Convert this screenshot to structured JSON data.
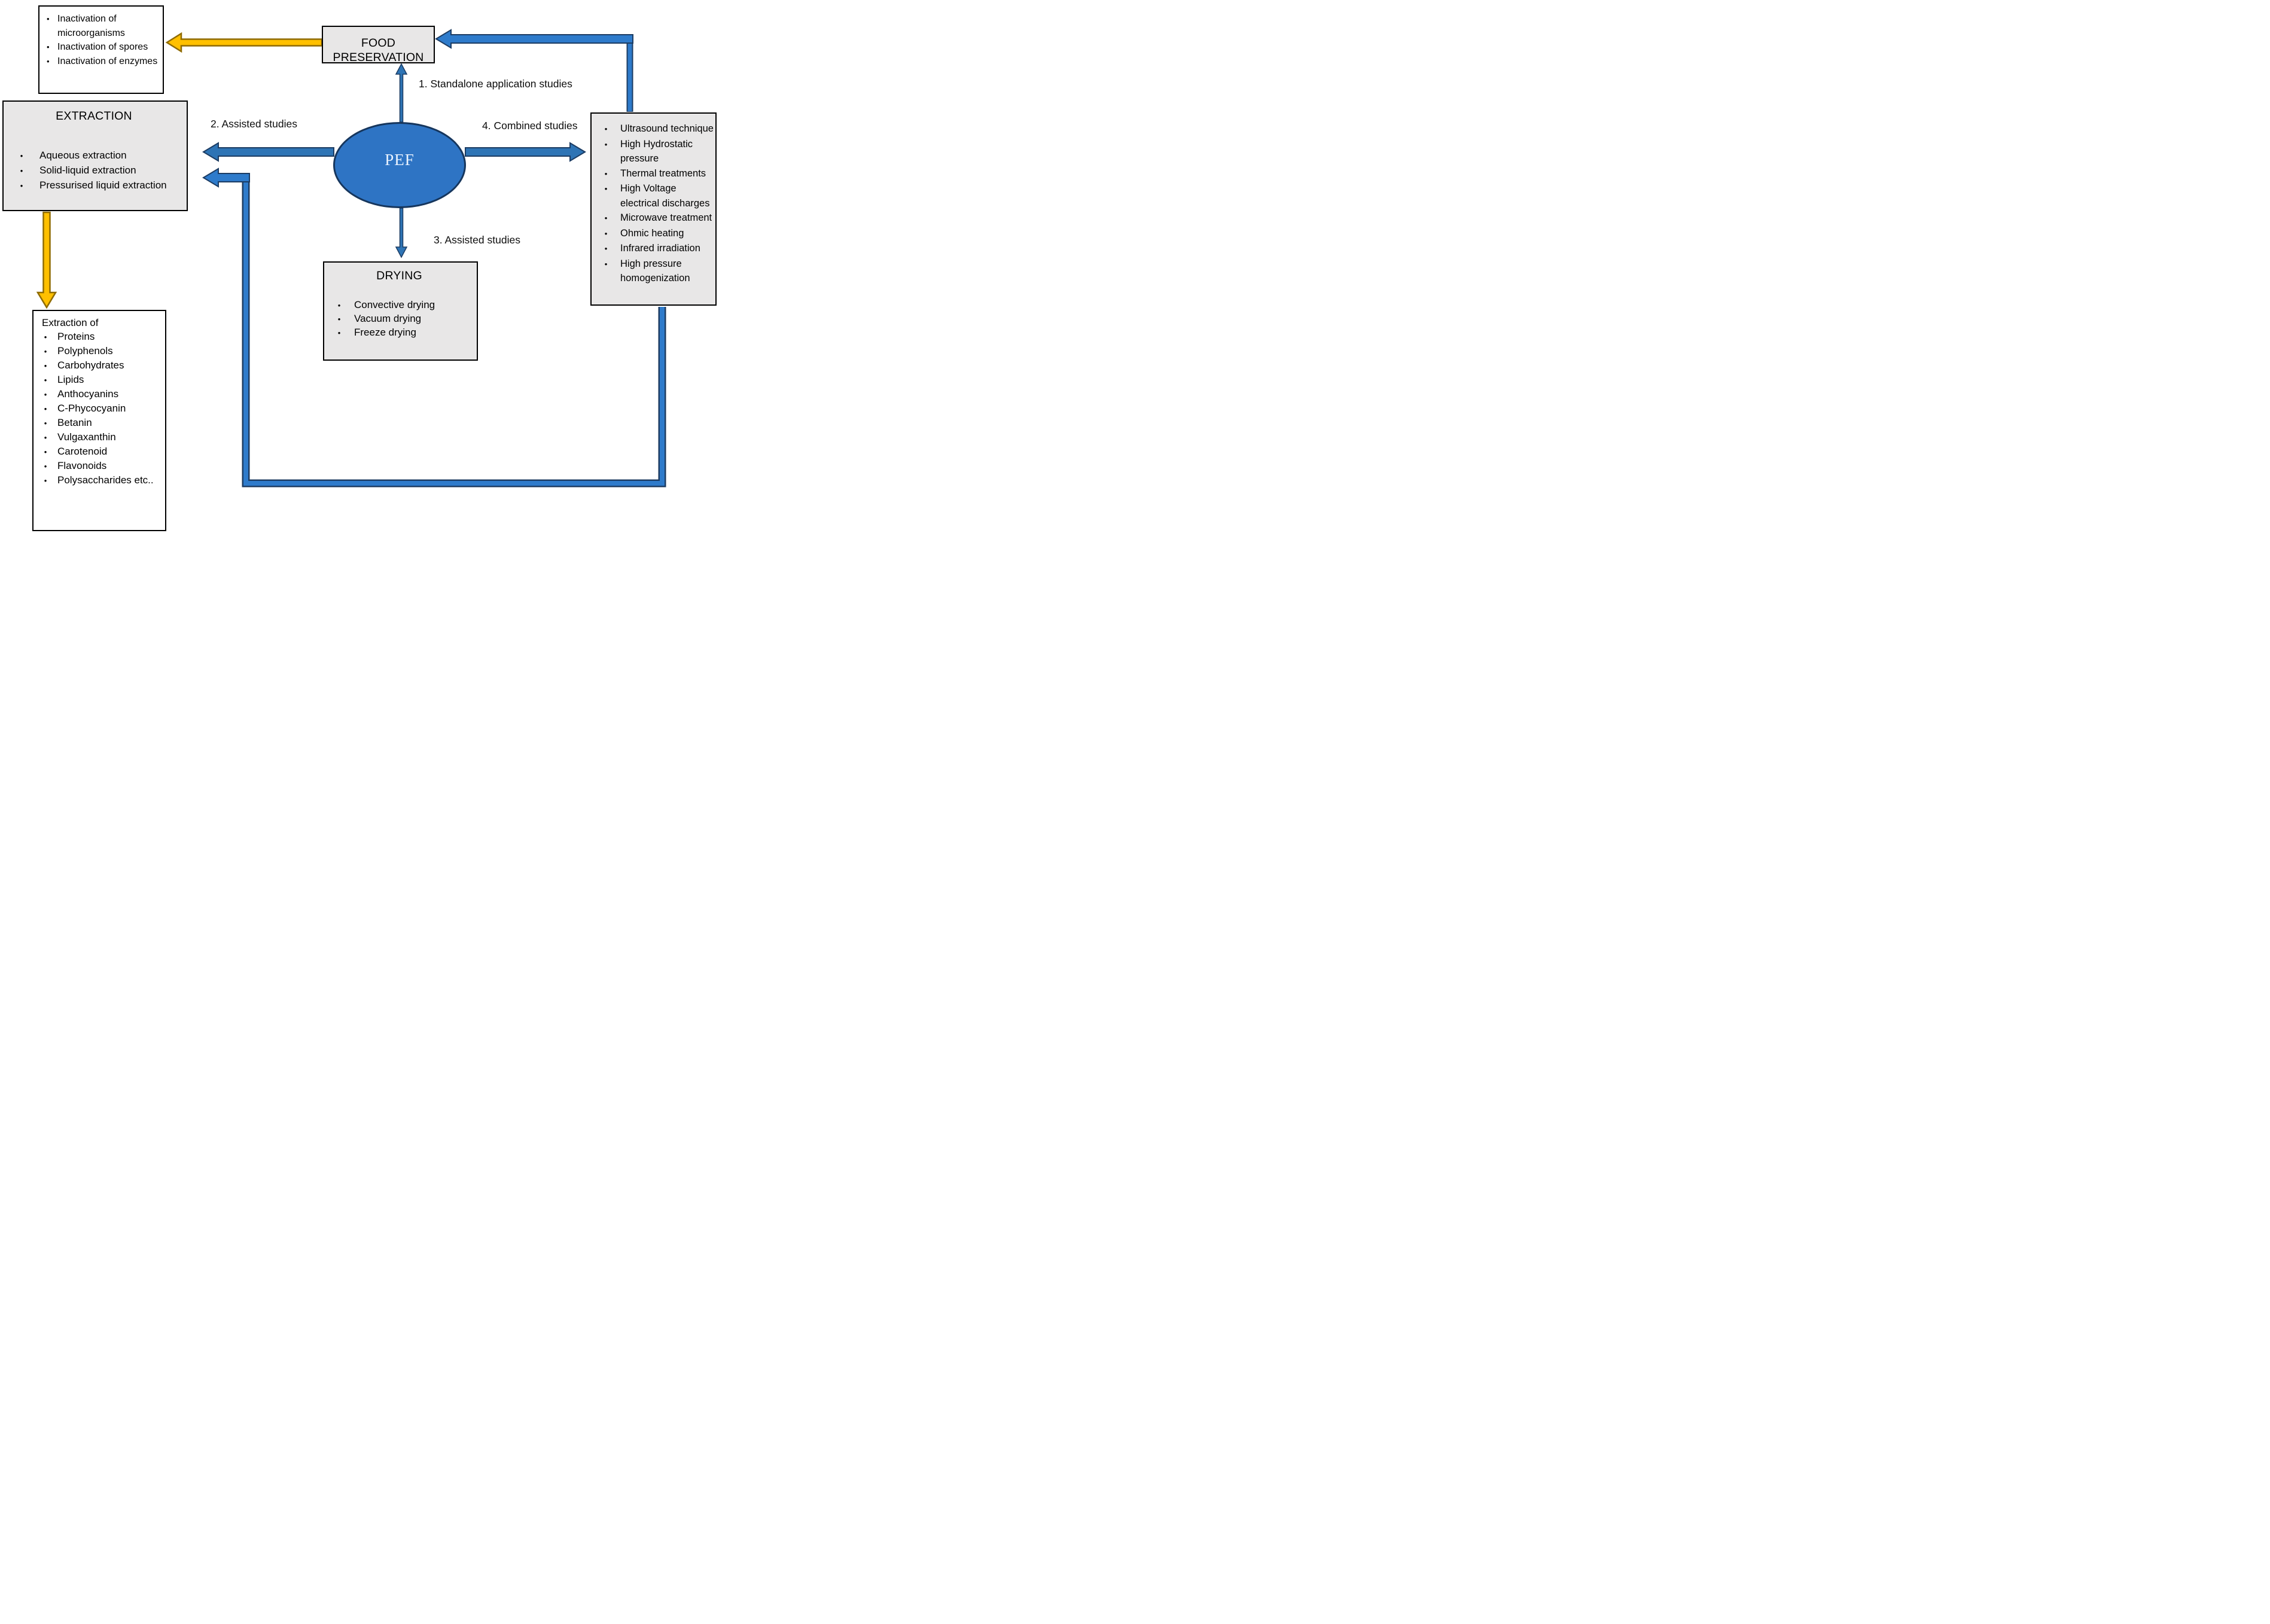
{
  "diagram": {
    "pef": {
      "label": "PEF"
    },
    "food_preservation": {
      "title": "FOOD PRESERVATION"
    },
    "inactivation": {
      "items": [
        "Inactivation of microorganisms",
        "Inactivation of spores",
        "Inactivation of enzymes"
      ]
    },
    "extraction": {
      "title": "EXTRACTION",
      "items": [
        "Aqueous extraction",
        "Solid-liquid extraction",
        "Pressurised liquid extraction"
      ]
    },
    "extraction_products": {
      "heading": "Extraction of",
      "items": [
        "Proteins",
        "Polyphenols",
        "Carbohydrates",
        "Lipids",
        "Anthocyanins",
        "C-Phycocyanin",
        "Betanin",
        "Vulgaxanthin",
        "Carotenoid",
        "Flavonoids",
        "Polysaccharides etc.."
      ]
    },
    "drying": {
      "title": "DRYING",
      "items": [
        "Convective drying",
        "Vacuum drying",
        "Freeze drying"
      ]
    },
    "combined": {
      "items": [
        "Ultrasound technique",
        "High Hydrostatic pressure",
        "Thermal treatments",
        "High Voltage electrical discharges",
        "Microwave treatment",
        "Ohmic heating",
        "Infrared irradiation",
        "High pressure homogenization"
      ]
    },
    "labels": {
      "standalone": "1. Standalone application studies",
      "assisted_extraction": "2. Assisted studies",
      "assisted_drying": "3. Assisted studies",
      "combined_studies": "4. Combined studies"
    },
    "colors": {
      "steel_blue": "#2E74B5",
      "bright_blue": "#2E7BCB",
      "ellipse_blue": "#2E74C4",
      "dark_navy": "#1C3C63",
      "orange_fill": "#FFC000",
      "orange_border": "#8F6B00",
      "box_gray": "#E8E7E7",
      "box_border": "#000000"
    }
  }
}
